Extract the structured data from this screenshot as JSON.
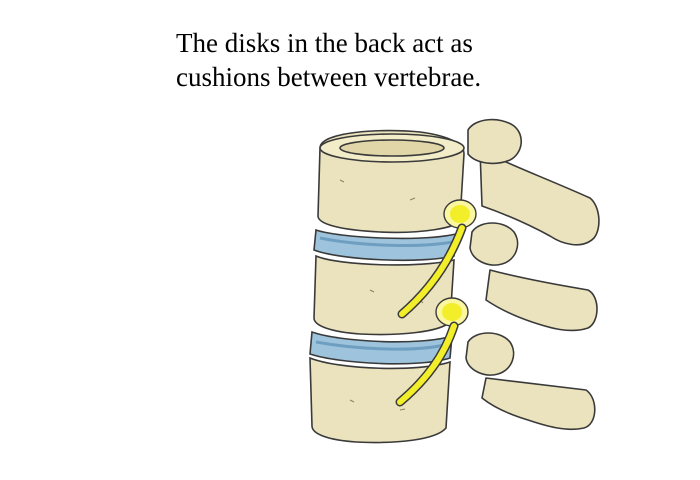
{
  "caption": {
    "line1": "The disks in the back act as",
    "line2": "cushions between vertebrae."
  },
  "illustration": {
    "icon": "spine-vertebrae-illustration",
    "colors": {
      "bone": "#ebe3bd",
      "bone_shadow": "#c9bd8f",
      "outline": "#3a3a3a",
      "disk": "#9ec4dd",
      "disk_dark": "#6f9fc0",
      "nerve": "#f2ee2a",
      "nerve_glow": "#fbf7a0"
    }
  }
}
